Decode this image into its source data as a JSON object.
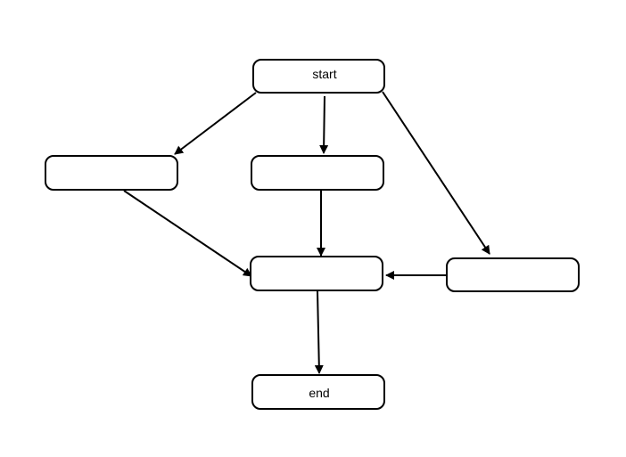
{
  "diagram": {
    "type": "flowchart",
    "nodes": [
      {
        "id": "start",
        "label": "start"
      },
      {
        "id": "left",
        "label": ""
      },
      {
        "id": "middle",
        "label": ""
      },
      {
        "id": "merge",
        "label": ""
      },
      {
        "id": "right",
        "label": ""
      },
      {
        "id": "end",
        "label": "end"
      }
    ],
    "edges": [
      {
        "from": "start",
        "to": "left"
      },
      {
        "from": "start",
        "to": "middle"
      },
      {
        "from": "start",
        "to": "right"
      },
      {
        "from": "left",
        "to": "merge"
      },
      {
        "from": "middle",
        "to": "merge"
      },
      {
        "from": "right",
        "to": "merge"
      },
      {
        "from": "merge",
        "to": "end"
      }
    ],
    "colors": {
      "stroke": "#000000",
      "fill": "#ffffff"
    }
  }
}
